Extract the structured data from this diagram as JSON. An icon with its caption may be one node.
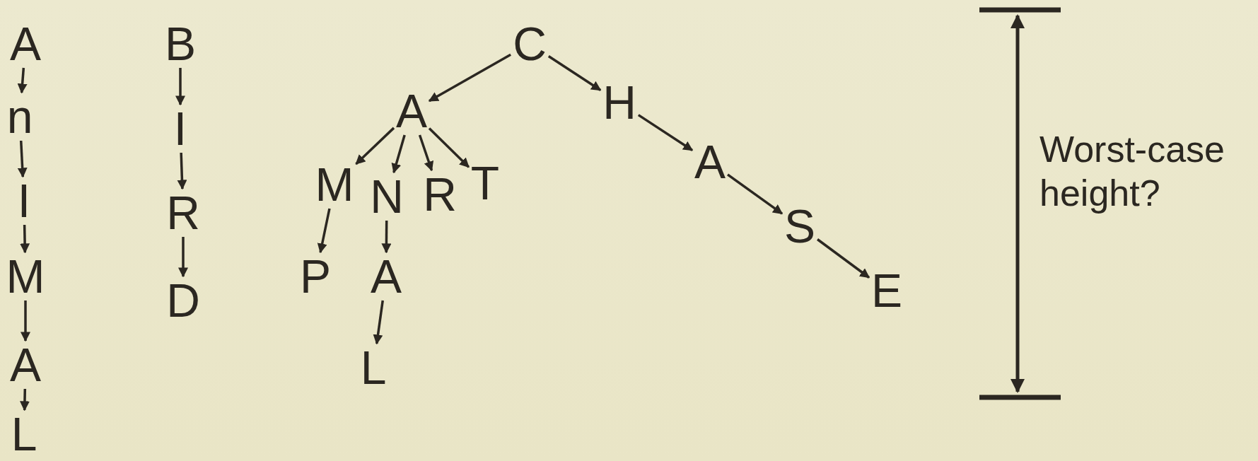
{
  "diagram": {
    "nodes": [
      {
        "text": [
          "A"
        ]
      },
      {
        "text": [
          "n"
        ]
      },
      {
        "text": [
          "I"
        ]
      },
      {
        "text": [
          "M"
        ]
      },
      {
        "text": [
          "A"
        ]
      },
      {
        "text": [
          "L"
        ]
      },
      {
        "text": [
          "B"
        ]
      },
      {
        "text": [
          "I"
        ]
      },
      {
        "text": [
          "R"
        ]
      },
      {
        "text": [
          "D"
        ]
      },
      {
        "text": [
          "C"
        ]
      },
      {
        "text": [
          "A"
        ]
      },
      {
        "text": [
          "M"
        ]
      },
      {
        "text": [
          "N"
        ]
      },
      {
        "text": [
          "R"
        ]
      },
      {
        "text": [
          "T"
        ]
      },
      {
        "text": [
          "P"
        ]
      },
      {
        "text": [
          "A"
        ]
      },
      {
        "text": [
          "L"
        ]
      },
      {
        "text": [
          "H"
        ]
      },
      {
        "text": [
          "A"
        ]
      },
      {
        "text": [
          "S"
        ]
      },
      {
        "text": [
          "E"
        ]
      }
    ],
    "edges": [
      {
        "from": 0,
        "to": 1,
        "arrow": "to"
      },
      {
        "from": 1,
        "to": 2,
        "arrow": "to"
      },
      {
        "from": 2,
        "to": 3,
        "arrow": "to"
      },
      {
        "from": 3,
        "to": 4,
        "arrow": "to"
      },
      {
        "from": 4,
        "to": 5,
        "arrow": "to"
      },
      {
        "from": 6,
        "to": 7,
        "arrow": "to"
      },
      {
        "from": 7,
        "to": 8,
        "arrow": "to"
      },
      {
        "from": 8,
        "to": 9,
        "arrow": "to"
      },
      {
        "from": 10,
        "to": 11,
        "arrow": "to"
      },
      {
        "from": 10,
        "to": 19,
        "arrow": "to"
      },
      {
        "from": 11,
        "to": 12,
        "arrow": "to"
      },
      {
        "from": 11,
        "to": 13,
        "arrow": "to"
      },
      {
        "from": 11,
        "to": 14,
        "arrow": "to"
      },
      {
        "from": 11,
        "to": 15,
        "arrow": "to"
      },
      {
        "from": 12,
        "to": 16,
        "arrow": "to"
      },
      {
        "from": 13,
        "to": 17,
        "arrow": "to"
      },
      {
        "from": 17,
        "to": 18,
        "arrow": "to"
      },
      {
        "from": 19,
        "to": 20,
        "arrow": "to"
      },
      {
        "from": 20,
        "to": 21,
        "arrow": "to"
      },
      {
        "from": 21,
        "to": 22,
        "arrow": "to"
      }
    ],
    "labels": [
      "Worst-case height?"
    ]
  }
}
